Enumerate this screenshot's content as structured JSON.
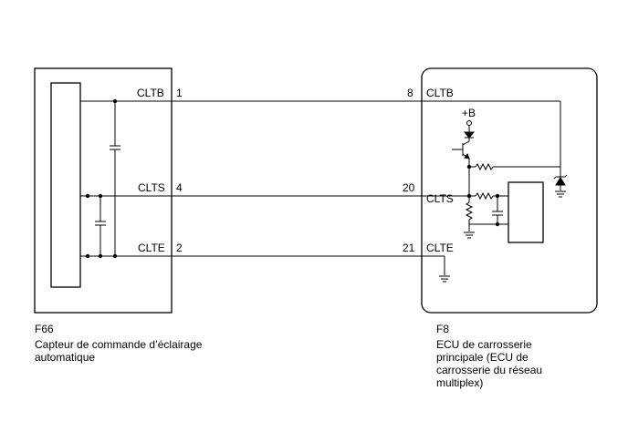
{
  "left_component": {
    "connector": "F66",
    "name_lines": [
      "Capteur de commande d’éclairage",
      "automatique"
    ]
  },
  "right_component": {
    "connector": "F8",
    "name_lines": [
      "ECU de carrosserie",
      "principale (ECU de",
      "carrosserie du réseau",
      "multiplex)"
    ],
    "supply_label": "+B"
  },
  "wires": [
    {
      "signal": "CLTB",
      "left_pin": "1",
      "right_pin": "8"
    },
    {
      "signal": "CLTS",
      "left_pin": "4",
      "right_pin": "20"
    },
    {
      "signal": "CLTE",
      "left_pin": "2",
      "right_pin": "21"
    }
  ]
}
